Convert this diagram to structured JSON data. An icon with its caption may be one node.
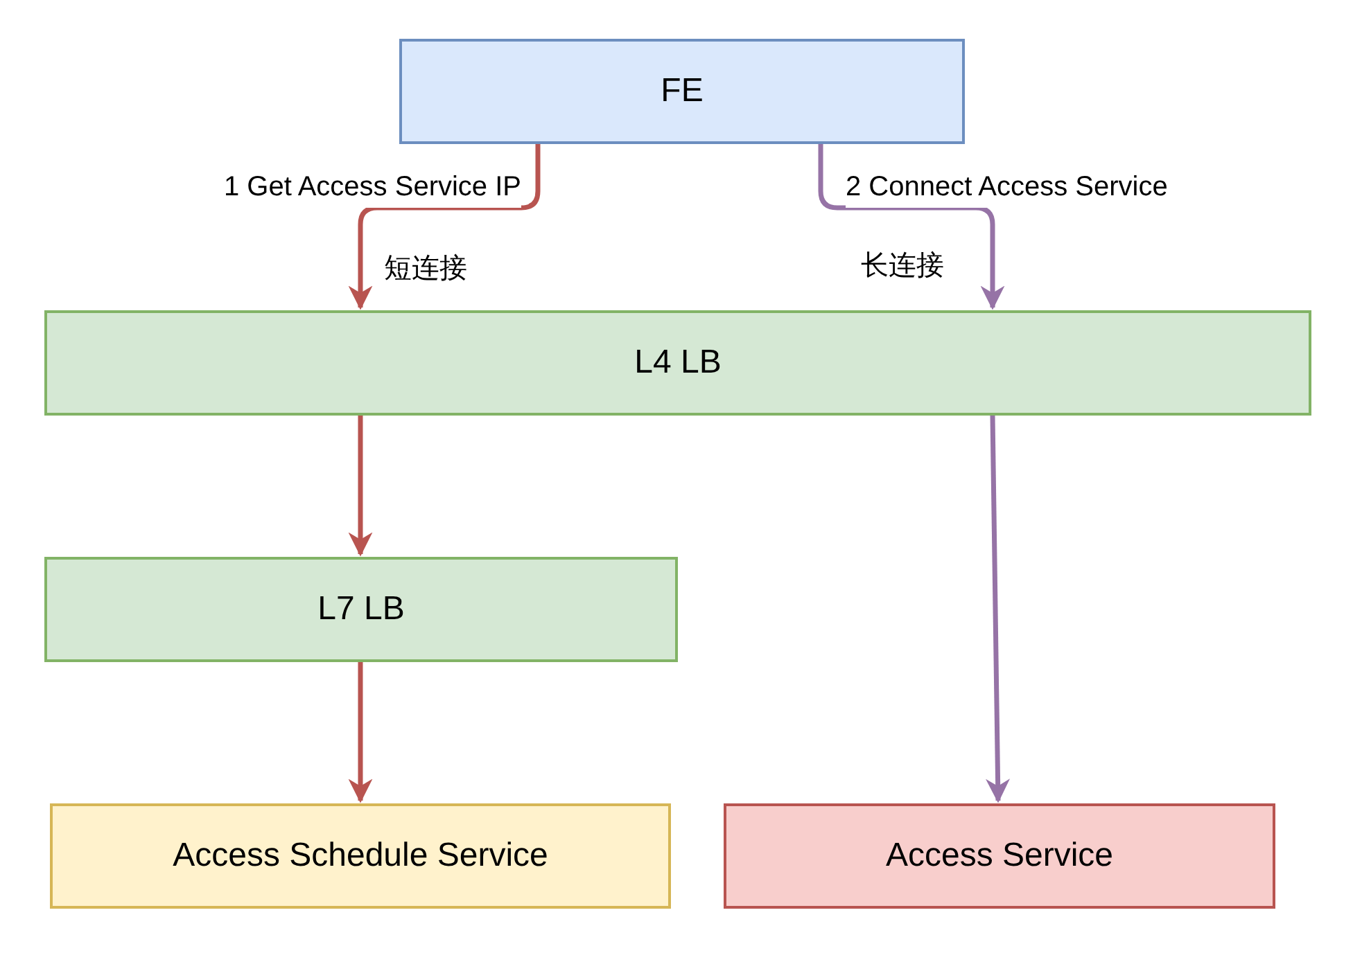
{
  "diagram": {
    "nodes": [
      {
        "text": [
          "FE"
        ]
      },
      {
        "text": [
          "L4 LB"
        ]
      },
      {
        "text": [
          "L7 LB"
        ]
      },
      {
        "text": [
          "Access Schedule Service"
        ]
      },
      {
        "text": [
          "Access Service"
        ]
      }
    ],
    "edges": [
      {
        "from": 0,
        "to": 1,
        "arrow": "to",
        "label": "1 Get Access Service IP"
      },
      {
        "from": 0,
        "to": 1,
        "arrow": "to",
        "label": "2 Connect Access Service",
        "color": "#9673a6"
      },
      {
        "from": 1,
        "to": 2,
        "arrow": "to"
      },
      {
        "from": 2,
        "to": 3,
        "arrow": "to"
      },
      {
        "from": 1,
        "to": 4,
        "arrow": "to",
        "color": "#9673a6"
      }
    ],
    "labels": [
      "短连接",
      "长连接"
    ]
  }
}
